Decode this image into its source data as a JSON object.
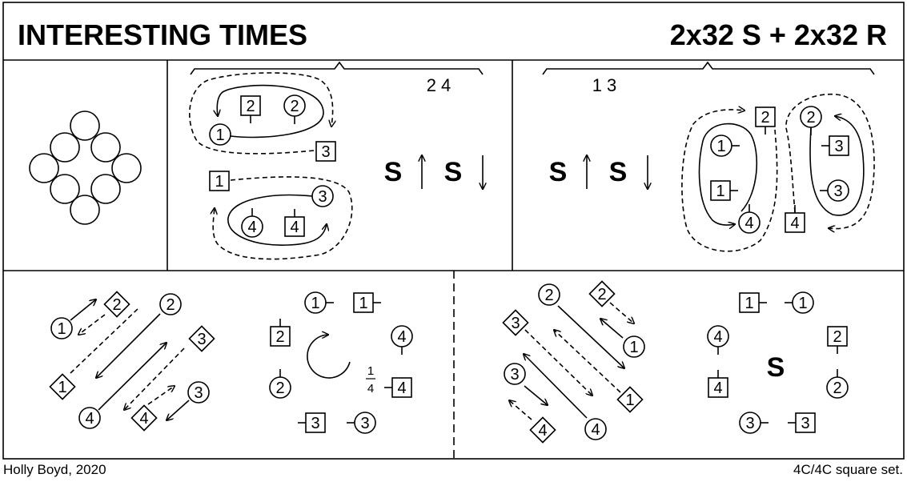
{
  "header": {
    "title": "INTERESTING TIMES",
    "formation": "2x32 S + 2x32 R"
  },
  "bars": {
    "left": "2 4",
    "right": "1 3"
  },
  "figures": {
    "s_letter": "S",
    "quarter_numerator": "1",
    "quarter_denominator": "4",
    "center_s": "S"
  },
  "dancer_labels": [
    "1",
    "2",
    "3",
    "4"
  ],
  "footer": {
    "author": "Holly Boyd, 2020",
    "set": "4C/4C  square set."
  },
  "colors": {
    "ink": "#000000",
    "paper": "#ffffff"
  }
}
